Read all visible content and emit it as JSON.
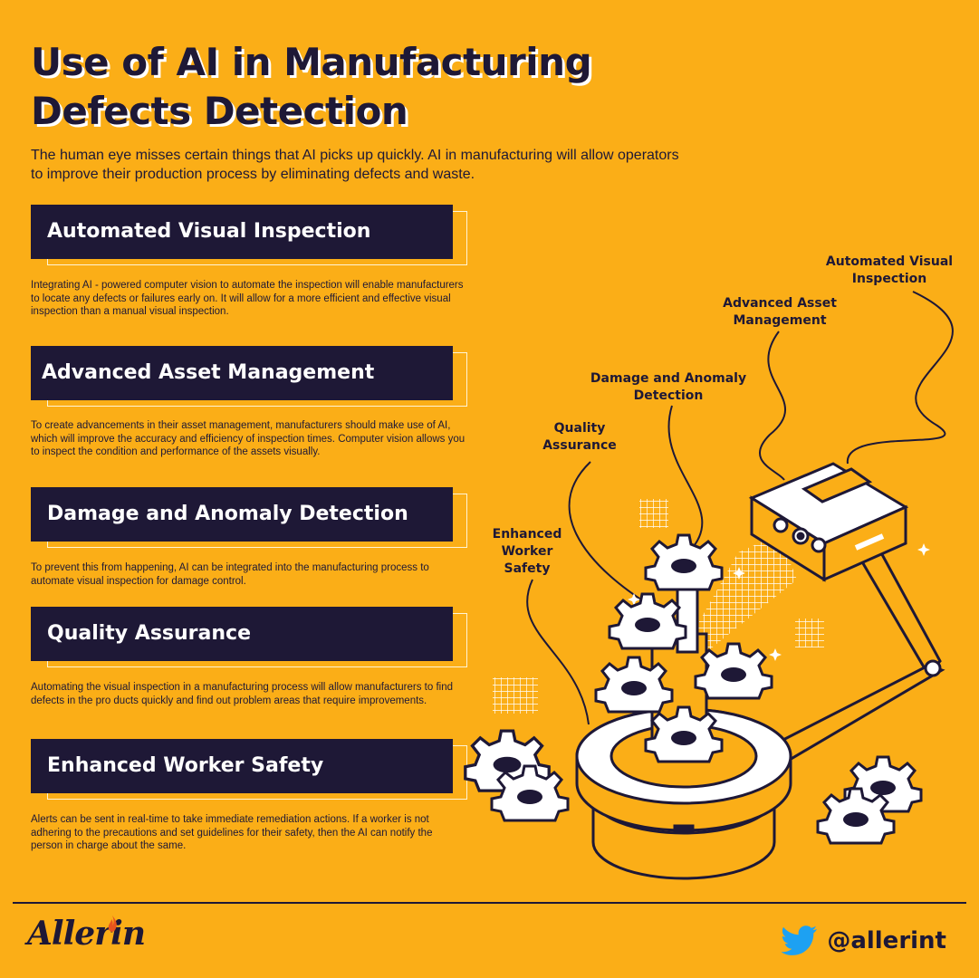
{
  "title_line1": "Use of AI in Manufacturing",
  "title_line2": "Defects Detection",
  "subtitle": "The human eye misses certain things that AI picks up quickly. AI in manufacturing will allow operators to improve their production process by eliminating defects and waste.",
  "sections": [
    {
      "heading": "Automated Visual Inspection",
      "text": "Integrating AI - powered computer vision to automate the inspection will enable manufacturers to locate any defects or failures early on. It will allow for a more efficient and effective visual inspection than a manual visual inspection."
    },
    {
      "heading": "Advanced Asset Management",
      "text": "To create advancements in their asset management, manufacturers should make use of AI, which will improve the accuracy and efficiency of inspection times. Computer vision allows you to inspect the condition and performance of the assets visually."
    },
    {
      "heading": "Damage and Anomaly Detection",
      "text": " To prevent this from happening, AI can be integrated into the manufacturing process to automate visual inspection for damage control."
    },
    {
      "heading": "Quality Assurance",
      "text": "Automating the visual inspection in a manufacturing process will allow manufacturers to find defects in the pro ducts quickly and find out problem areas that require improvements."
    },
    {
      "heading": "Enhanced Worker Safety",
      "text": "Alerts can be sent in real-time to take immediate remediation actions. If a worker is not adhering to the precautions and set guidelines for their safety, then the AI can notify the person in charge about the same."
    }
  ],
  "illustration_labels": {
    "automated_visual_inspection": "Automated Visual Inspection",
    "advanced_asset_management": "Advanced Asset Management",
    "damage_anomaly_detection": "Damage and Anomaly Detection",
    "quality_assurance": "Quality Assurance",
    "enhanced_worker_safety": "Enhanced Worker Safety"
  },
  "footer": {
    "brand": "Allerin",
    "brand_icon": "flame-icon",
    "social_icon": "twitter-bird-icon",
    "handle": "@allerint"
  },
  "colors": {
    "background": "#FBAE17",
    "navy": "#1e1836",
    "white": "#ffffff",
    "twitter_blue": "#1DA1F2",
    "flame": "#E8541E"
  }
}
